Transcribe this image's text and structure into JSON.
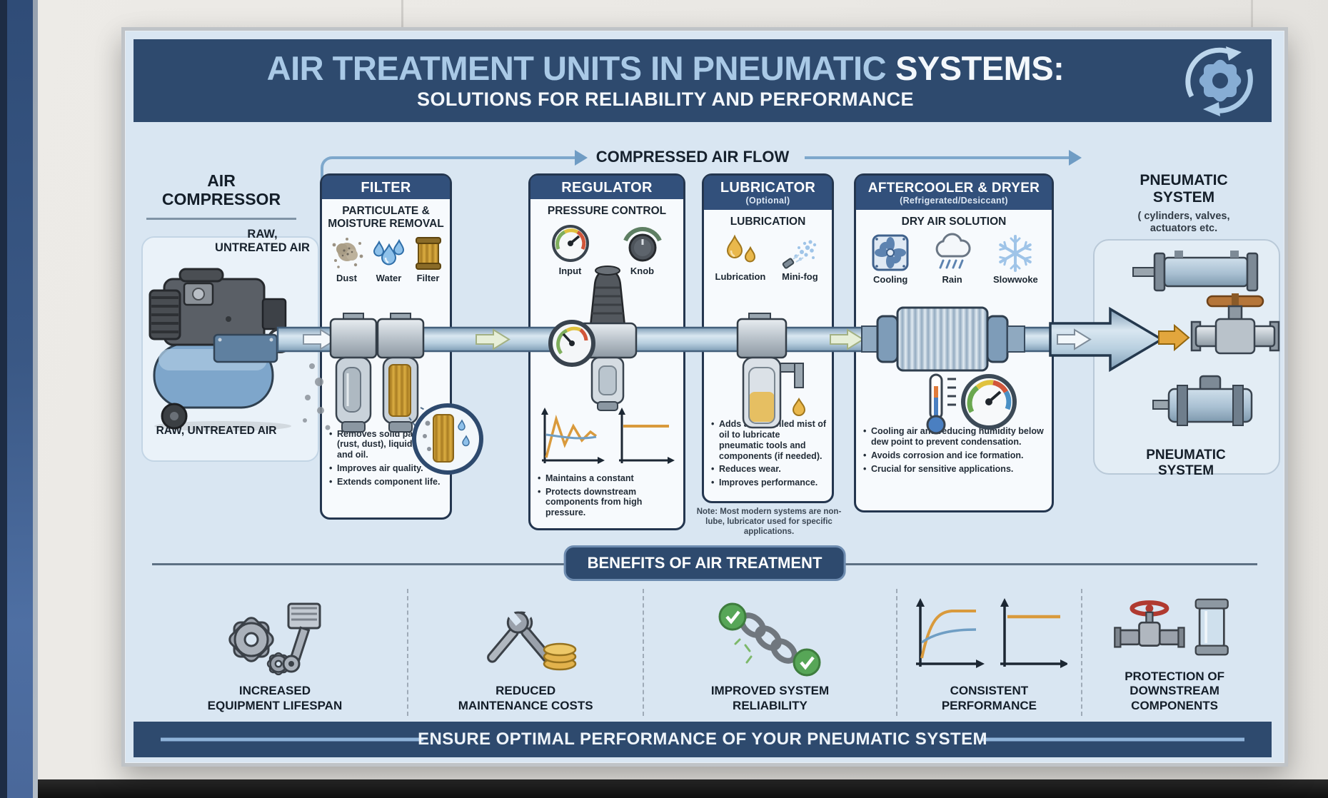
{
  "poster": {
    "header": {
      "title_main": "AIR TREATMENT UNITS IN PNEUMATIC",
      "title_accent": "SYSTEMS:",
      "subtitle": "SOLUTIONS FOR RELIABILITY AND PERFORMANCE"
    },
    "flow": {
      "label": "COMPRESSED AIR FLOW",
      "compressor": {
        "title": "AIR\nCOMPRESSOR",
        "raw_air_top": "RAW,\nUNTREATED AIR",
        "raw_air_bottom": "RAW, UNTREATED AIR"
      },
      "filter": {
        "title": "FILTER",
        "subtitle": "PARTICULATE &\nMOISTURE REMOVAL",
        "icon_labels": [
          "Dust",
          "Water",
          "Filter"
        ],
        "bullets": [
          "Removes solid particles (rust, dust), liquid water, and oil.",
          "Improves air quality.",
          "Extends component life."
        ]
      },
      "regulator": {
        "title": "REGULATOR",
        "subtitle": "PRESSURE CONTROL",
        "icon_labels": [
          "Input",
          "Knob"
        ],
        "bullets": [
          "Maintains a constant",
          "Protects downstream components from high pressure."
        ]
      },
      "lubricator": {
        "title": "LUBRICATOR",
        "title_note": "(Optional)",
        "subtitle": "LUBRICATION",
        "icon_labels": [
          "Lubrication",
          "Mini-fog"
        ],
        "bullets": [
          "Adds a controlled mist of oil to lubricate pneumatic tools and components (if needed).",
          "Reduces wear.",
          "Improves performance."
        ],
        "footnote": "Note: Most modern systems are non-lube, lubricator used for specific applications."
      },
      "aftercooler": {
        "title": "AFTERCOOLER & DRYER",
        "title_note": "(Refrigerated/Desiccant)",
        "subtitle": "DRY AIR SOLUTION",
        "icon_labels": [
          "Cooling",
          "Rain",
          "Slowwoke"
        ],
        "bullets": [
          "Cooling air and reducing humidity below dew point to prevent condensation.",
          "Avoids corrosion and ice formation.",
          "Crucial for sensitive applications."
        ]
      },
      "pneumatic": {
        "title": "PNEUMATIC\nSYSTEM",
        "subtitle": "( cylinders, valves,\nactuators etc.",
        "label_bottom": "PNEUMATIC\nSYSTEM"
      }
    },
    "benefits": {
      "banner": "BENEFITS OF AIR TREATMENT",
      "items": [
        {
          "icon": "gears-piston-icon",
          "label": "INCREASED\nEQUIPMENT LIFESPAN"
        },
        {
          "icon": "wrench-coins-icon",
          "label": "REDUCED\nMAINTENANCE COSTS"
        },
        {
          "icon": "chain-check-icon",
          "label": "IMPROVED SYSTEM\nRELIABILITY"
        },
        {
          "icon": "performance-graph-icon",
          "label": "CONSISTENT\nPERFORMANCE"
        },
        {
          "icon": "valve-filter-icon",
          "label": "PROTECTION OF\nDOWNSTREAM COMPONENTS"
        }
      ]
    },
    "footer": "ENSURE OPTIMAL PERFORMANCE OF YOUR PNEUMATIC SYSTEM",
    "colors": {
      "navy": "#2e4a6e",
      "light_blue_text": "#a9c9e6",
      "poster_bg": "#d9e6f2",
      "box_bg": "#f7fafd",
      "pipe_blue": "#b9d0e0",
      "accent_gold": "#dfa93f",
      "check_green": "#57a657",
      "valve_red": "#b03a30"
    }
  }
}
